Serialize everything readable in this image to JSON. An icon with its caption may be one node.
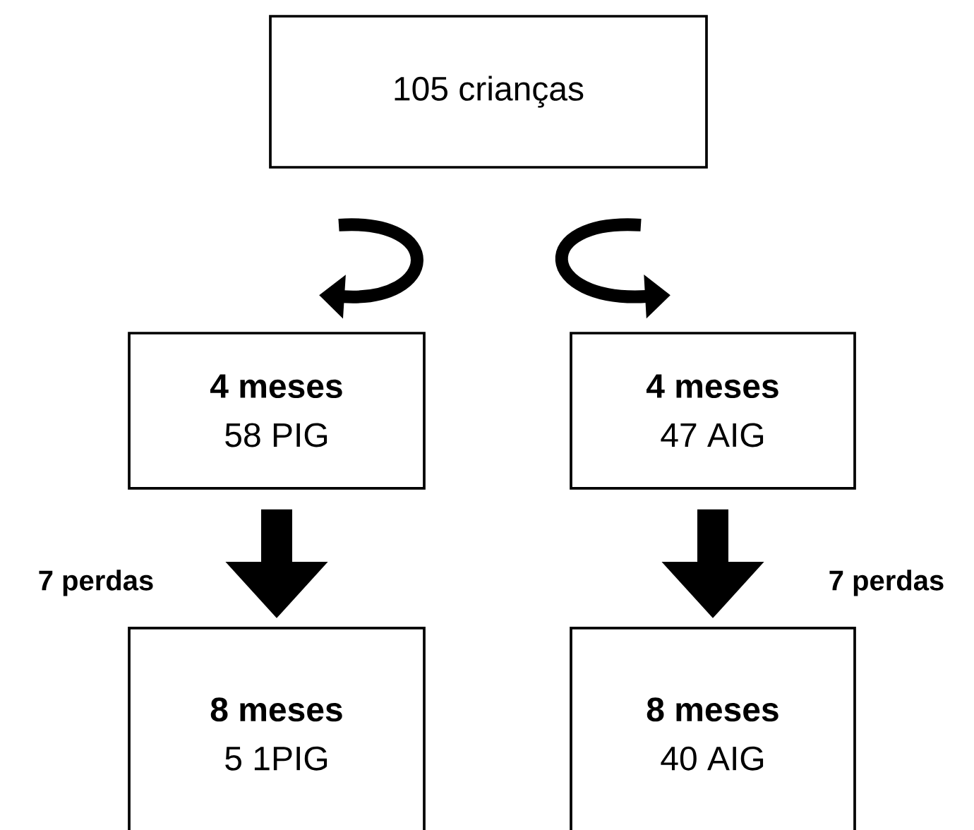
{
  "diagram": {
    "nodes": [
      {
        "text": [
          "105 crianças"
        ]
      },
      {
        "text": [
          "4 meses",
          "58 PIG"
        ]
      },
      {
        "text": [
          "4 meses",
          "47 AIG"
        ]
      },
      {
        "text": [
          "8 meses",
          "5 1PIG"
        ]
      },
      {
        "text": [
          "8 meses",
          "40 AIG"
        ]
      }
    ],
    "edges": [
      {
        "from": 0,
        "to": 1,
        "arrow": "to"
      },
      {
        "from": 0,
        "to": 2,
        "arrow": "to"
      },
      {
        "from": 1,
        "to": 3,
        "arrow": "to",
        "label": "7 perdas",
        "style": "thick"
      },
      {
        "from": 2,
        "to": 4,
        "arrow": "to",
        "label": "7 perdas",
        "style": "thick"
      }
    ]
  }
}
